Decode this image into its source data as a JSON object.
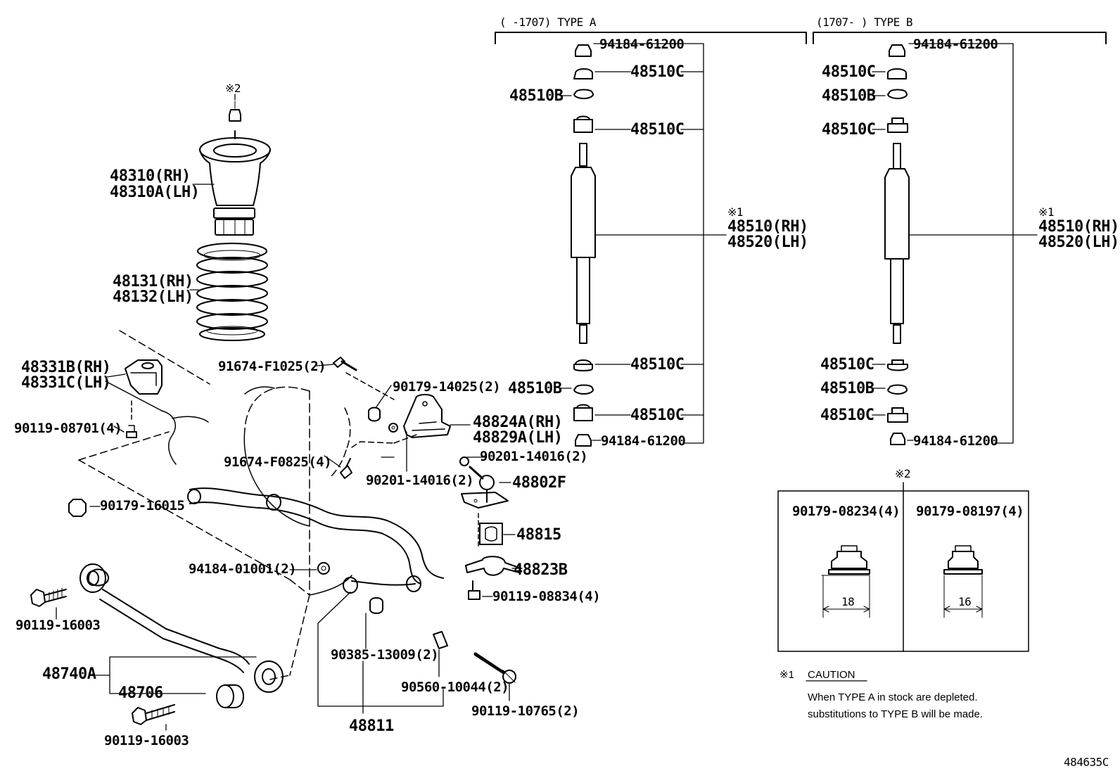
{
  "header": {
    "type_a": "(   -1707) TYPE A",
    "type_b": "(1707-    ) TYPE B"
  },
  "parts": {
    "mark2_top": "※2",
    "mount_rh": "48310(RH)",
    "mount_lh": "48310A(LH)",
    "spring_rh": "48131(RH)",
    "spring_lh": "48132(LH)",
    "bracket_rh": "48331B(RH)",
    "bracket_lh": "48331C(LH)",
    "bolt_08701": "90119-08701(4)",
    "bolt_f1025": "91674-F1025(2)",
    "nut_14025": "90179-14025(2)",
    "bracket2_rh": "48824A(RH)",
    "bracket2_lh": "48829A(LH)",
    "bolt_f0825": "91674-F0825(4)",
    "washer_14016_a": "90201-14016(2)",
    "washer_14016_b": "90201-14016(2)",
    "link": "48802F",
    "nut_16015": "90179-16015",
    "bushing_48815": "48815",
    "bracket_48823b": "48823B",
    "nut_01001": "94184-01001(2)",
    "bolt_08834": "90119-08834(4)",
    "bolt_16003_a": "90119-16003",
    "bushing_13009": "90385-13009(2)",
    "rod_48740a": "48740A",
    "bushing_48706": "48706",
    "pin_10044": "90560-10044(2)",
    "bolt_10765": "90119-10765(2)",
    "bolt_16003_b": "90119-16003",
    "stabilizer": "48811"
  },
  "type_a": {
    "nut_top": "94184-61200",
    "cush_c1": "48510C",
    "cush_b1": "48510B",
    "cush_c2": "48510C",
    "mark1": "※1",
    "absorber_rh": "48510(RH)",
    "absorber_lh": "48520(LH)",
    "cush_c3": "48510C",
    "cush_b2": "48510B",
    "cush_c4": "48510C",
    "nut_bottom": "94184-61200"
  },
  "type_b": {
    "nut_top": "94184-61200",
    "cush_c1": "48510C",
    "cush_b1": "48510B",
    "cush_c2": "48510C",
    "mark1": "※1",
    "absorber_rh": "48510(RH)",
    "absorber_lh": "48520(LH)",
    "cush_c3": "48510C",
    "cush_b2": "48510B",
    "cush_c4": "48510C",
    "nut_bottom": "94184-61200"
  },
  "nut_table": {
    "mark2": "※2",
    "col1_part": "90179-08234(4)",
    "col1_size": "18",
    "col2_part": "90179-08197(4)",
    "col2_size": "16"
  },
  "caution": {
    "mark": "※1",
    "title": "CAUTION",
    "line1": "When TYPE A in stock are depleted.",
    "line2": "substitutions to TYPE B will be made."
  },
  "figure_id": "484635C"
}
